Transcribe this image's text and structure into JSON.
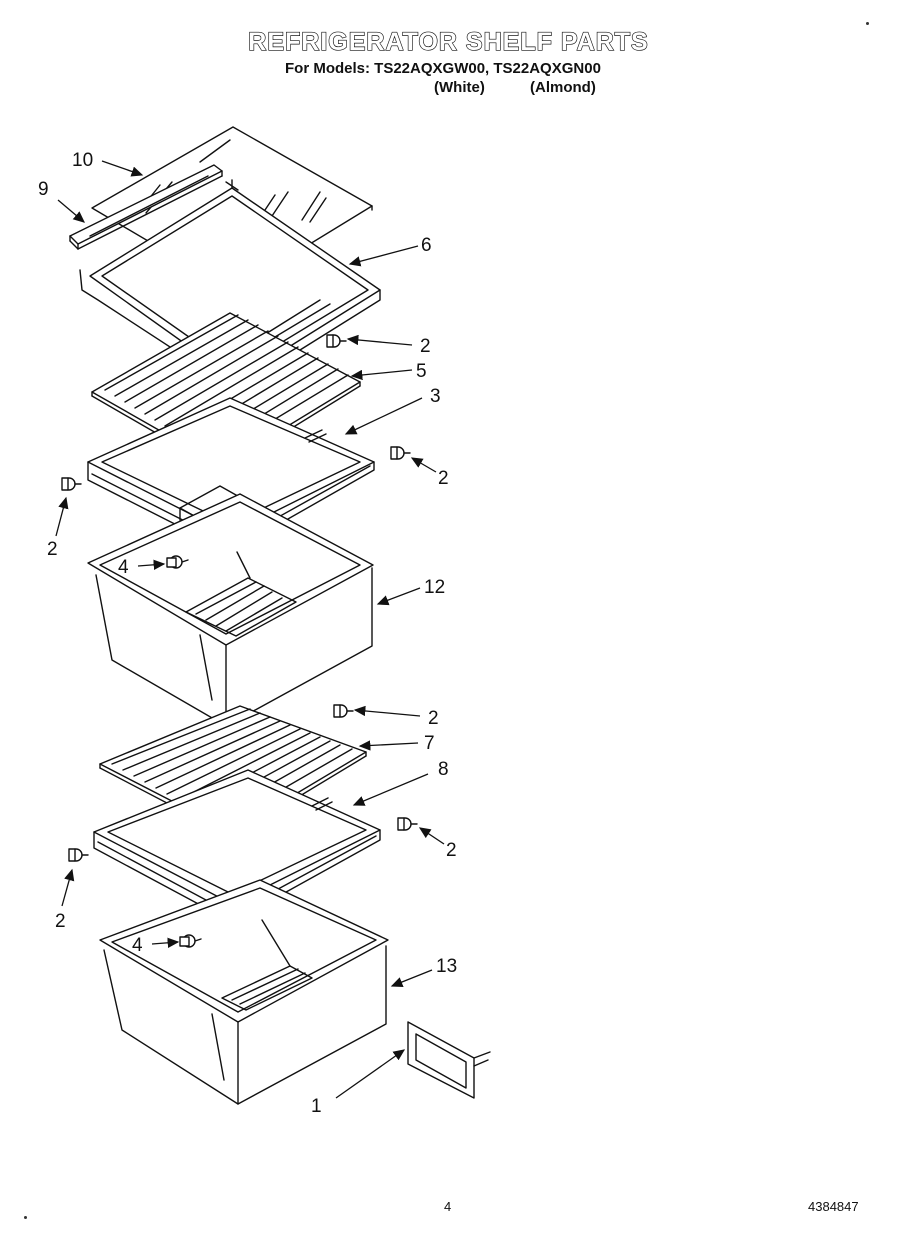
{
  "header": {
    "title": "REFRIGERATOR SHELF PARTS",
    "models_line": "For Models: TS22AQXGW00, TS22AQXGN00",
    "color_white": "(White)",
    "color_almond": "(Almond)"
  },
  "callouts": {
    "c10": "10",
    "c9": "9",
    "c6": "6",
    "c2a": "2",
    "c5": "5",
    "c3": "3",
    "c2b": "2",
    "c2c": "2",
    "c4a": "4",
    "c12": "12",
    "c2d": "2",
    "c7": "7",
    "c8": "8",
    "c2e": "2",
    "c2f": "2",
    "c4b": "4",
    "c13": "13",
    "c1": "1"
  },
  "footer": {
    "page_number": "4",
    "doc_number": "4384847"
  }
}
